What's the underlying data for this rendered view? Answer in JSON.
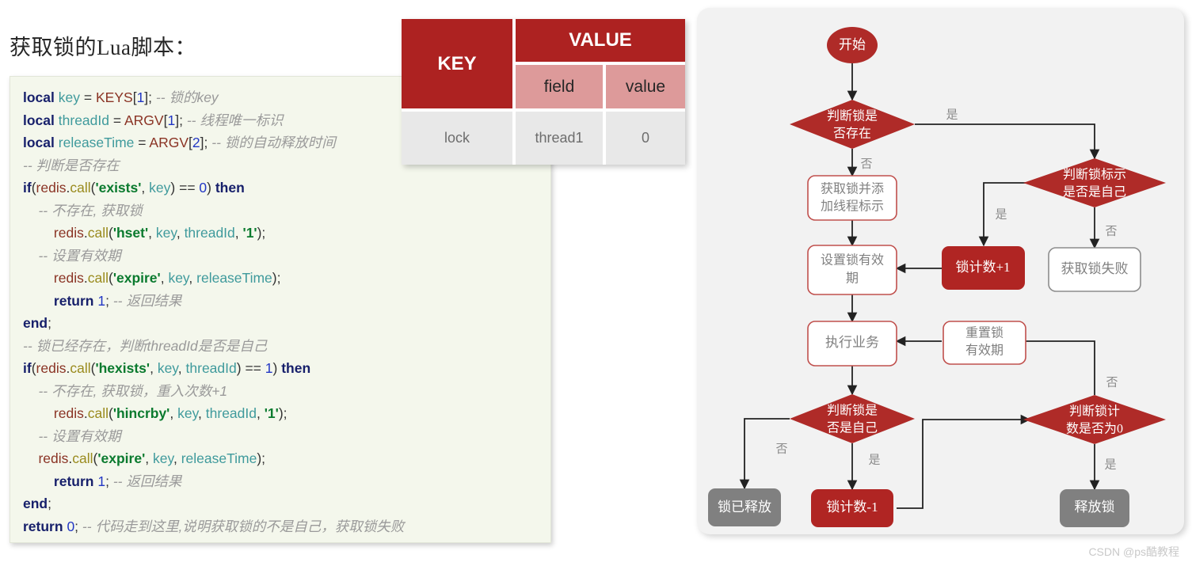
{
  "title": "获取锁的Lua脚本：",
  "watermark": "CSDN @ps酷教程",
  "colors": {
    "accent_red": "#ad2221",
    "diamond_red": "#af2b28",
    "light_red": "#dd9a9a",
    "gray_node": "#808080",
    "panel_bg": "#f2f2f2",
    "code_bg": "#f4f7ec"
  },
  "code": {
    "language": "lua",
    "lines": [
      "local key = KEYS[1]; -- 锁的key",
      "local threadId = ARGV[1]; -- 线程唯一标识",
      "local releaseTime = ARGV[2]; -- 锁的自动释放时间",
      "-- 判断是否存在",
      "if(redis.call('exists', key) == 0) then",
      "    -- 不存在, 获取锁",
      "        redis.call('hset', key, threadId, '1');",
      "    -- 设置有效期",
      "        redis.call('expire', key, releaseTime);",
      "        return 1; -- 返回结果",
      "end;",
      "-- 锁已经存在，判断threadId是否是自己",
      "if(redis.call('hexists', key, threadId) == 1) then",
      "    -- 不存在, 获取锁，重入次数+1",
      "        redis.call('hincrby', key, threadId, '1');",
      "    -- 设置有效期",
      "    redis.call('expire', key, releaseTime);",
      "        return 1; -- 返回结果",
      "end;",
      "return 0; -- 代码走到这里,说明获取锁的不是自己，获取锁失败"
    ]
  },
  "table": {
    "key_header": "KEY",
    "value_header": "VALUE",
    "field_header": "field",
    "value_sub_header": "value",
    "rows": [
      {
        "key": "lock",
        "field": "thread1",
        "value": "0"
      }
    ]
  },
  "flowchart": {
    "nodes": {
      "start": "开始",
      "lock_exists": [
        "判断锁是",
        "否存在"
      ],
      "acquire_lock": [
        "获取锁并添",
        "加线程标示"
      ],
      "set_expire": [
        "设置锁有效",
        "期"
      ],
      "execute_biz": "执行业务",
      "is_self_flag": [
        "判断锁标示",
        "是否是自己"
      ],
      "count_plus": "锁计数+1",
      "acquire_fail": "获取锁失败",
      "reset_expire": [
        "重置锁",
        "有效期"
      ],
      "is_self_unlock": [
        "判断锁是",
        "否是自己"
      ],
      "count_zero": [
        "判断锁计",
        "数是否为0"
      ],
      "lock_released": "锁已释放",
      "count_minus": "锁计数-1",
      "release_lock": "释放锁"
    },
    "edge_labels": {
      "exists_yes": "是",
      "exists_no": "否",
      "self_flag_yes": "是",
      "self_flag_no": "否",
      "unlock_self_no": "否",
      "unlock_self_yes": "是",
      "count_zero_no": "否",
      "count_zero_yes": "是"
    }
  }
}
